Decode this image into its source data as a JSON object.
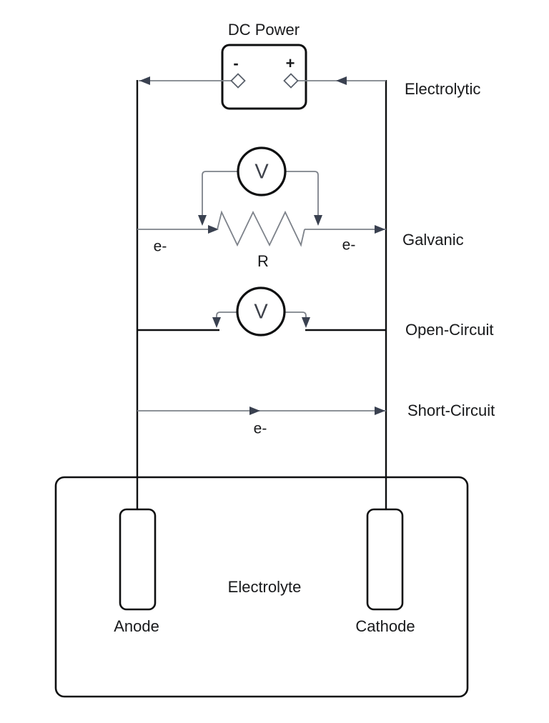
{
  "diagram": {
    "power_supply": {
      "title": "DC Power",
      "negative_terminal": "-",
      "positive_terminal": "+"
    },
    "rows": {
      "electrolytic": {
        "label": "Electrolytic"
      },
      "galvanic": {
        "label": "Galvanic",
        "voltmeter": "V",
        "resistor": "R",
        "electron_in": "e-",
        "electron_out": "e-"
      },
      "open_circuit": {
        "label": "Open-Circuit",
        "voltmeter": "V"
      },
      "short_circuit": {
        "label": "Short-Circuit",
        "electron": "e-"
      }
    },
    "cell": {
      "electrolyte": "Electrolyte",
      "anode": "Anode",
      "cathode": "Cathode"
    },
    "colors": {
      "wire_gray": "#7d828a",
      "arrow_dark": "#3a4150",
      "shape_black": "#0e0f10",
      "text": "#18191b"
    }
  }
}
